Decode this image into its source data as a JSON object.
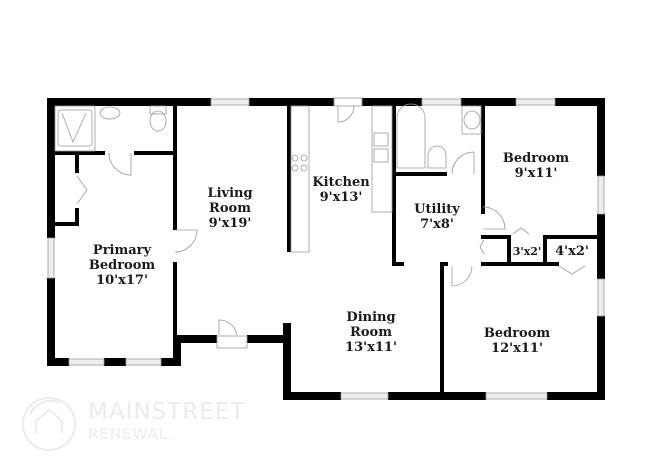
{
  "floorplan": {
    "rooms": [
      {
        "id": "primary-bedroom",
        "name_line1": "Primary",
        "name_line2": "Bedroom",
        "dimensions": "10'x17'"
      },
      {
        "id": "living-room",
        "name_line1": "Living",
        "name_line2": "Room",
        "dimensions": "9'x19'"
      },
      {
        "id": "kitchen",
        "name_line1": "Kitchen",
        "dimensions": "9'x13'"
      },
      {
        "id": "utility",
        "name_line1": "Utility",
        "dimensions": "7'x8'"
      },
      {
        "id": "bedroom-1",
        "name_line1": "Bedroom",
        "dimensions": "9'x11'"
      },
      {
        "id": "closet-1",
        "dimensions": "3'x2'"
      },
      {
        "id": "closet-2",
        "dimensions": "4'x2'"
      },
      {
        "id": "dining-room",
        "name_line1": "Dining",
        "name_line2": "Room",
        "dimensions": "13'x11'"
      },
      {
        "id": "bedroom-2",
        "name_line1": "Bedroom",
        "dimensions": "12'x11'"
      }
    ],
    "colors": {
      "wall": "#000000",
      "fixture": "#9a9a9a",
      "window_fill": "#eeeeee",
      "label": "#1a1a1a",
      "logo": "#ececec"
    }
  },
  "logo": {
    "line1": "MAINSTREET",
    "line2": "RENEWAL."
  }
}
